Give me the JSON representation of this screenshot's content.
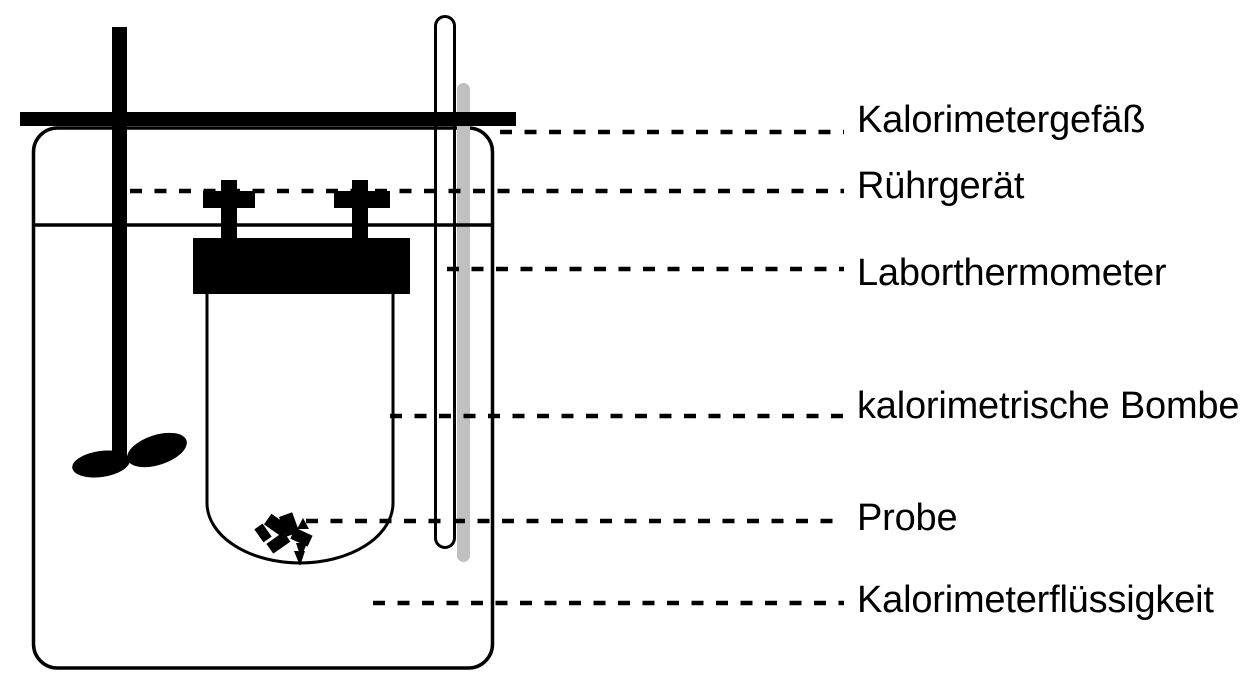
{
  "labels": [
    {
      "id": "kalorimetergefaess",
      "text": "Kalorimetergefäß"
    },
    {
      "id": "ruehrgeraet",
      "text": "Rührgerät"
    },
    {
      "id": "laborthermometer",
      "text": "Laborthermometer"
    },
    {
      "id": "kalorimetrische-bombe",
      "text": "kalorimetrische Bombe"
    },
    {
      "id": "probe",
      "text": "Probe"
    },
    {
      "id": "kalorimeterfluessigkeit",
      "text": "Kalorimeterflüssigkeit"
    }
  ],
  "colors": {
    "ink": "#000000",
    "thermometer_shadow": "#c0c0c0",
    "background": "#ffffff"
  }
}
